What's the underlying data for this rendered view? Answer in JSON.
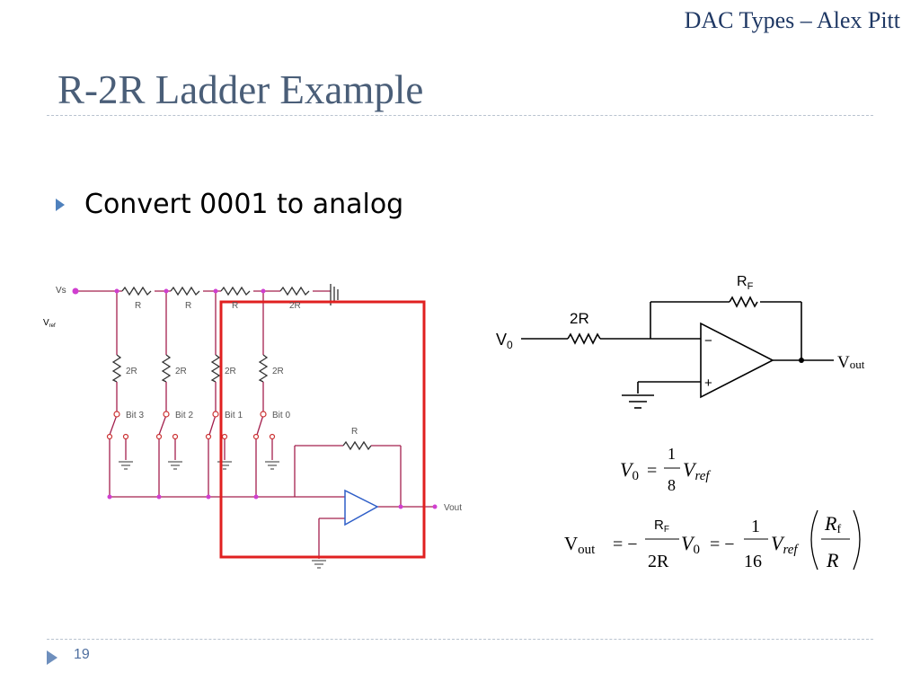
{
  "header": {
    "title": "DAC Types – Alex Pitt"
  },
  "slide": {
    "title": "R-2R Ladder Example",
    "bullet": "Convert 0001 to analog",
    "page_number": "19"
  },
  "circuit_left": {
    "vs": "Vs",
    "vref": "V",
    "vref_sub": "ref",
    "series_r": [
      "R",
      "R",
      "R",
      "2R"
    ],
    "shunt_r": [
      "2R",
      "2R",
      "2R",
      "2R"
    ],
    "bits": [
      "Bit 3",
      "Bit 2",
      "Bit 1",
      "Bit 0"
    ],
    "feedback_r": "R",
    "vout": "Vout",
    "highlight_color": "#e02020",
    "wire_color": "#a3204d",
    "opamp_color": "#2f5fc8"
  },
  "circuit_right": {
    "rf": "R",
    "rf_sub": "F",
    "r_in": "2R",
    "v0": "V",
    "v0_sub": "0",
    "minus": "−",
    "plus": "+",
    "vout": "V",
    "vout_sub": "out"
  },
  "equations": {
    "eq1": {
      "lhs": "V",
      "lhs_sub": "0",
      "eq": "=",
      "num": "1",
      "den": "8",
      "rhs": "V",
      "rhs_sub": "ref"
    },
    "eq2": {
      "lhs": "V",
      "lhs_sub": "out",
      "eq1": "= −",
      "frac1_num": "R",
      "frac1_num_sub": "F",
      "frac1_den": "2R",
      "mid": "V",
      "mid_sub": "0",
      "eq2": "= −",
      "frac2_num": "1",
      "frac2_den": "16",
      "vref": "V",
      "vref_sub": "ref",
      "frac3_num": "R",
      "frac3_num_sub": "f",
      "frac3_den": "R"
    }
  }
}
